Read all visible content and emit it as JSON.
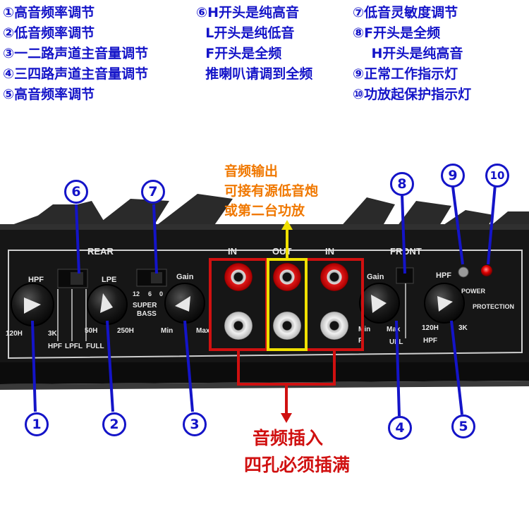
{
  "legend_left": [
    "①高音频率调节",
    "②低音频率调节",
    "③一二路声道主音量调节",
    "④三四路声道主音量调节",
    "⑤高音频率调节"
  ],
  "legend_middle": [
    "⑥H开头是纯高音",
    "  L开头是纯低音",
    "  F开头是全频",
    "  推喇叭请调到全频"
  ],
  "legend_right": [
    "⑦低音灵敏度调节",
    "⑧F开头是全频",
    "    H开头是纯高音",
    "⑨正常工作指示灯",
    "⑩功放起保护指示灯"
  ],
  "markers": {
    "m1": "1",
    "m2": "2",
    "m3": "3",
    "m4": "4",
    "m5": "5",
    "m6": "6",
    "m7": "7",
    "m8": "8",
    "m9": "9",
    "m10": "10"
  },
  "output_callout": {
    "line1": "音频输出",
    "line2": "可接有源低音炮",
    "line3": "或第二台功放"
  },
  "input_callout": {
    "line1": "音频插入",
    "line2": "四孔必须插满"
  },
  "panel": {
    "rear": "REAR",
    "front": "FRONT",
    "in_left": "IN",
    "out": "OUT",
    "in_right": "IN",
    "hpf_left": "HPF",
    "h120": "120H",
    "k3": "3K",
    "hpf_bottom": "HPF",
    "lpfl": "LPFL",
    "full": "FULL",
    "lpe": "LPE",
    "h50": "50H",
    "h250": "250H",
    "sb_12": "12",
    "sb_6": "6",
    "sb_0": "0",
    "super": "SUPER",
    "bass": "BASS",
    "gain_left": "Gain",
    "min_left": "Min",
    "max_left": "Max",
    "gain_right": "Gain",
    "min_right": "Min",
    "max_right": "Max",
    "r_mark": "R",
    "full_right": "ULL",
    "hpf_right": "HPF",
    "h120_right": "120H",
    "k3_right": "3K",
    "hpf_right_bottom": "HPF",
    "power": "POWER",
    "protection": "PROTECTION"
  },
  "colors": {
    "annotation_blue": "#1414c8",
    "callout_orange": "#f07800",
    "box_red": "#d01010",
    "box_yellow": "#f0e000",
    "panel": "#151515"
  }
}
